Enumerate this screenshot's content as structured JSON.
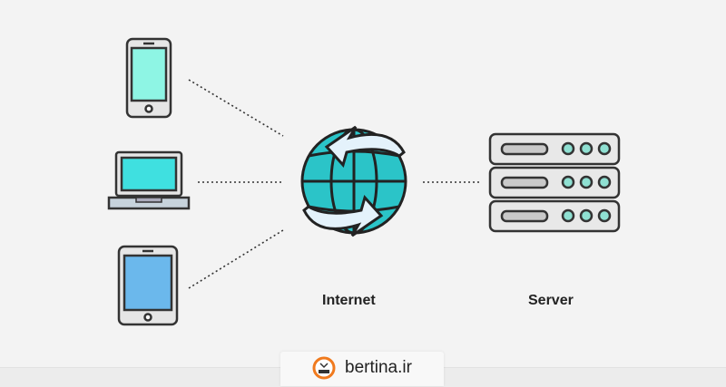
{
  "labels": {
    "internet": "Internet",
    "server": "Server"
  },
  "footer": {
    "brand": "bertina.ir"
  },
  "icons": [
    "smartphone-icon",
    "laptop-icon",
    "tablet-icon",
    "globe-icon",
    "server-icon",
    "bertina-logo-icon"
  ],
  "colors": {
    "background": "#f3f3f3",
    "phone_screen": "#8ef5e4",
    "laptop_screen": "#3fe0e0",
    "tablet_screen": "#6bb8ec",
    "globe": "#2bc4c8",
    "outline": "#222222"
  }
}
